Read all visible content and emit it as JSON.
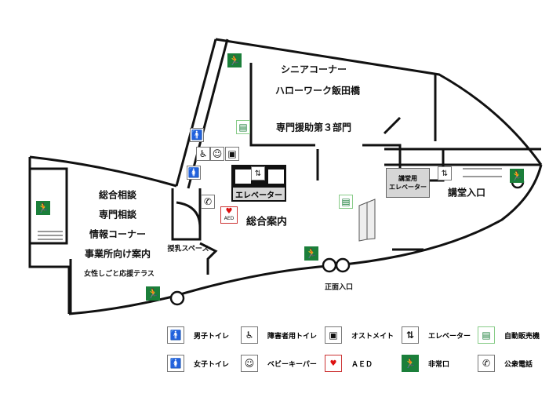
{
  "areas": {
    "senior_corner": "シニアコーナー",
    "hellowork": "ハローワーク飯田橋",
    "dept3": "専門援助第３部門",
    "consult": "総合相談",
    "special_consult": "専門相談",
    "info_corner": "情報コーナー",
    "business_info": "事業所向け案内",
    "women_terrace": "女性しごと応援テラス",
    "nursing_space": "授乳スペース",
    "elevator": "エレベーター",
    "info_desk": "総合案内",
    "hall_elevator_1": "講堂用",
    "hall_elevator_2": "エレベーター",
    "hall_entrance": "講堂入口",
    "main_entrance": "正面入口"
  },
  "icons": {
    "aed_text": "AED",
    "exit_color": "#1b7f3a"
  },
  "legend": [
    {
      "icon": "male-toilet-icon",
      "glyph": "🚹",
      "label": "男子トイレ"
    },
    {
      "icon": "accessible-toilet-icon",
      "glyph": "♿",
      "label": "障害者用トイレ"
    },
    {
      "icon": "ostomate-icon",
      "glyph": "▣",
      "label": "オストメイト"
    },
    {
      "icon": "elevator-icon",
      "glyph": "⇅",
      "label": "エレベーター"
    },
    {
      "icon": "vending-machine-icon",
      "glyph": "▤",
      "label": "自動販売機"
    },
    {
      "icon": "female-toilet-icon",
      "glyph": "🚺",
      "label": "女子トイレ"
    },
    {
      "icon": "baby-keeper-icon",
      "glyph": "☺",
      "label": "ベビーキーパー"
    },
    {
      "icon": "aed-icon",
      "glyph": "♥",
      "label": "ＡＥＤ"
    },
    {
      "icon": "emergency-exit-icon",
      "glyph": "🏃",
      "label": "非常口"
    },
    {
      "icon": "public-phone-icon",
      "glyph": "✆",
      "label": "公衆電話"
    }
  ]
}
